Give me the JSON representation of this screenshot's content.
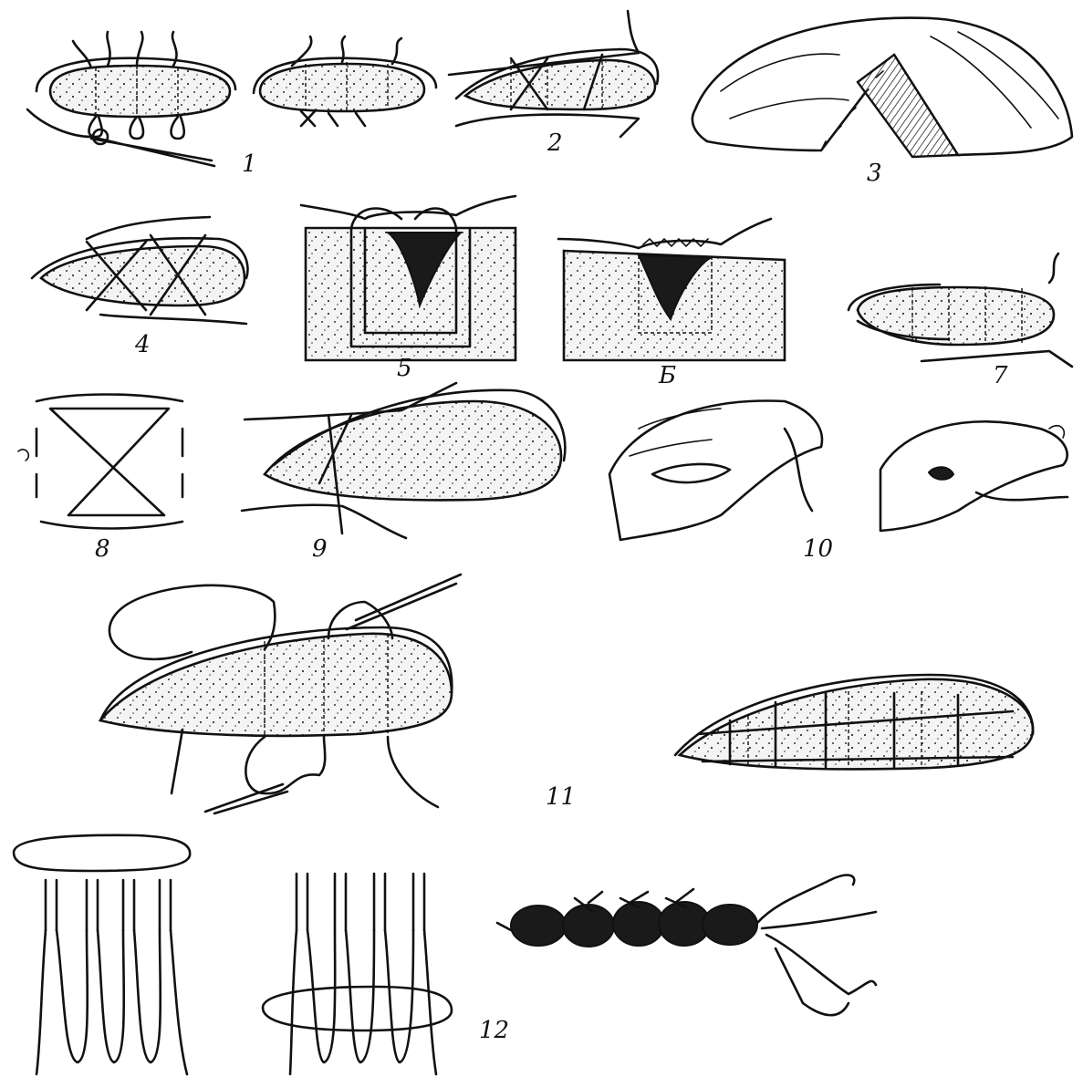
{
  "figure_labels": [
    "1",
    "2",
    "3",
    "4",
    "5",
    "Б",
    "7",
    "8",
    "9",
    "10",
    "11",
    "12"
  ],
  "colors": {
    "ink": "#111111",
    "paper": "#ffffff",
    "stipple": "#333333"
  }
}
